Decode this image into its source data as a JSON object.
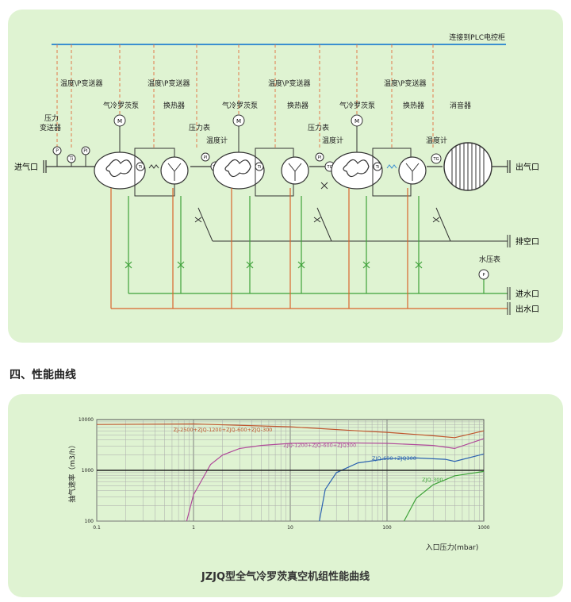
{
  "diagram": {
    "plc_link": "连接到PLC电控柜",
    "labels": {
      "temp_transmitter": "温度\\P变送器",
      "pressure_transmitter": "压力\n变送器",
      "air_roots_pump": "气冷罗茨泵",
      "heat_exchanger": "换热器",
      "pressure_gauge": "压力表",
      "thermometer": "温度计",
      "silencer": "消音器",
      "water_pressure_gauge": "水压表"
    },
    "ports": {
      "inlet": "进气口",
      "outlet": "出气口",
      "vent": "排空口",
      "water_in": "进水口",
      "water_out": "出水口"
    },
    "symbols": {
      "motor": "M",
      "pressure": "P",
      "temp": "Ti",
      "gauge": "PI",
      "temp_gauge": "TG"
    }
  },
  "section_heading": "四、性能曲线",
  "chart_caption": "JZJQ型全气冷罗茨真空机组性能曲线",
  "chart_data": {
    "type": "line",
    "xscale": "log",
    "yscale": "log",
    "xlim": [
      0.1,
      1000
    ],
    "ylim": [
      100,
      10000
    ],
    "xticks": [
      "0.1",
      "1",
      "10",
      "100",
      "1000"
    ],
    "yticks": [
      "100",
      "1000",
      "10000"
    ],
    "xlabel": "入口压力(mbar)",
    "ylabel": "抽气速率（m3/h）",
    "grid": true,
    "series": [
      {
        "name": "ZJ-2500+ZJQ-1200+ZJQ-600+ZJQ-300",
        "color": "#c0562e",
        "x": [
          0.1,
          1,
          10,
          50,
          100,
          300,
          500,
          1000
        ],
        "y": [
          8000,
          8200,
          7200,
          6000,
          5600,
          4800,
          4400,
          6000
        ]
      },
      {
        "name": "ZJQ-1200+ZJQ-600+ZJQ300",
        "color": "#b04a9a",
        "x": [
          0.85,
          1,
          1.5,
          2,
          3,
          5,
          10,
          30,
          100,
          300,
          500,
          1000
        ],
        "y": [
          100,
          330,
          1300,
          2000,
          2700,
          3100,
          3400,
          3500,
          3400,
          3100,
          2700,
          4200
        ]
      },
      {
        "name": "ZJQ-600+ZJQ300",
        "color": "#2b62b0",
        "x": [
          20,
          23,
          30,
          50,
          100,
          200,
          400,
          500,
          1000
        ],
        "y": [
          100,
          420,
          900,
          1400,
          1700,
          1750,
          1650,
          1500,
          2100
        ]
      },
      {
        "name": "ZJQ-300",
        "color": "#3fa23a",
        "x": [
          150,
          200,
          300,
          500,
          1000
        ],
        "y": [
          100,
          280,
          520,
          780,
          950
        ]
      },
      {
        "name": "",
        "color": "#222222",
        "x": [
          0.1,
          1000
        ],
        "y": [
          1000,
          1000
        ]
      }
    ]
  }
}
